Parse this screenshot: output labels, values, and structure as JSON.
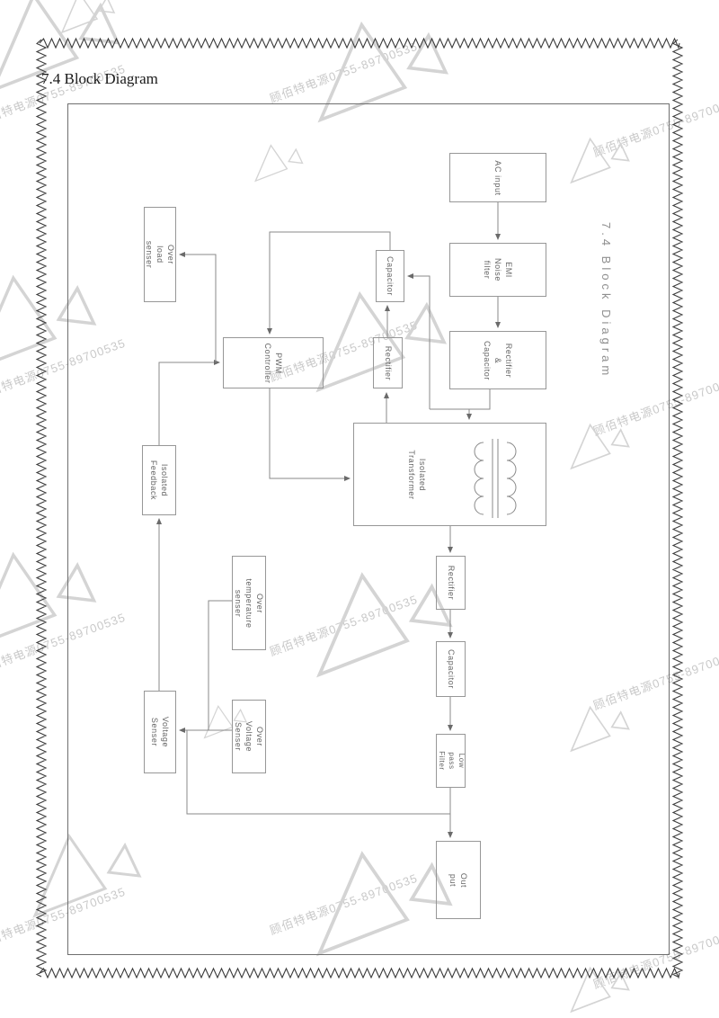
{
  "page": {
    "title": "7.4 Block Diagram",
    "side_title": "7.4 Block Diagram",
    "watermark_text": "顾佰特电源0755-89700535"
  },
  "colors": {
    "line": "#8a8a8a",
    "watermark": "#cccccc"
  },
  "diagram": {
    "blocks": {
      "ac_input": {
        "label": "AC input"
      },
      "emi_filter": {
        "label": "EMI\nNoise\nfilter"
      },
      "rectifier_capacitor": {
        "label": "Rectifier\n&\nCapacitor"
      },
      "aux_capacitor": {
        "label": "Capacitor"
      },
      "aux_rectifier": {
        "label": "Rectifier"
      },
      "pwm_controller": {
        "label": "PWM\nController"
      },
      "over_load_senser": {
        "label": "Over load senser"
      },
      "isolated_transformer": {
        "label": "Isolated\nTransformer"
      },
      "isolated_feedback": {
        "label": "Isolated\nFeedback"
      },
      "sec_rectifier": {
        "label": "Rectifier"
      },
      "sec_capacitor": {
        "label": "Capacitor"
      },
      "low_pass_filter": {
        "label": "Low pass\nFilter"
      },
      "over_temperature_senser": {
        "label": "Over temperature\nsenser"
      },
      "over_voltage_senser": {
        "label": "Over Voltage\nSenser"
      },
      "voltage_senser": {
        "label": "Voltage Senser"
      },
      "output": {
        "label": "Out put"
      }
    }
  }
}
